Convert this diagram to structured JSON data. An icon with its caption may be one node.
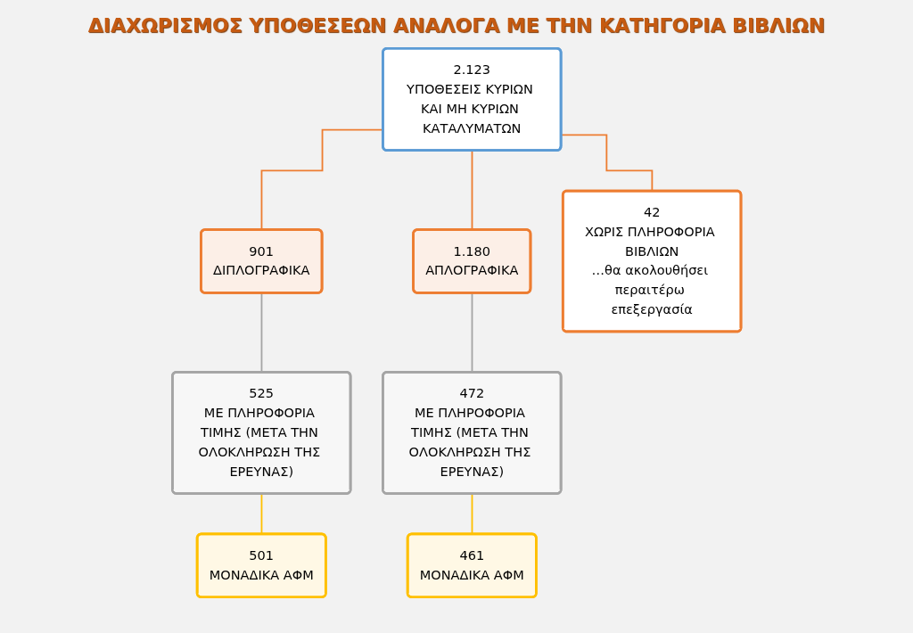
{
  "diagram": {
    "title": "ΔΙΑΧΩΡΙΣΜΟΣ ΥΠΟΘΕΣΕΩΝ ΑΝΑΛΟΓΑ ΜΕ ΤΗΝ ΚΑΤΗΓΟΡΙΑ ΒΙΒΛΙΩΝ",
    "nodes": [
      {
        "text": [
          "2.123",
          "ΥΠΟΘΕΣΕΙΣ ΚΥΡΙΩΝ ΚΑΙ ΜΗ ΚΥΡΙΩΝ ΚΑΤΑΛΥΜΑΤΩΝ"
        ]
      },
      {
        "text": [
          "901",
          "ΔΙΠΛΟΓΡΑΦΙΚΑ"
        ]
      },
      {
        "text": [
          "1.180",
          "ΑΠΛΟΓΡΑΦΙΚΑ"
        ]
      },
      {
        "text": [
          "42",
          "ΧΩΡΙΣ ΠΛΗΡΟΦΟΡΙΑ ΒΙΒΛΙΩΝ",
          "…θα ακολουθήσει περαιτέρω επεξεργασία"
        ]
      },
      {
        "text": [
          "525",
          "ΜΕ ΠΛΗΡΟΦΟΡΙΑ ΤΙΜΗΣ (ΜΕΤΑ ΤΗΝ ΟΛΟΚΛΗΡΩΣΗ ΤΗΣ ΕΡΕΥΝΑΣ)"
        ]
      },
      {
        "text": [
          "472",
          "ΜΕ ΠΛΗΡΟΦΟΡΙΑ ΤΙΜΗΣ (ΜΕΤΑ ΤΗΝ ΟΛΟΚΛΗΡΩΣΗ ΤΗΣ ΕΡΕΥΝΑΣ)"
        ]
      },
      {
        "text": [
          "501",
          "ΜΟΝΑΔΙΚΑ ΑΦΜ"
        ]
      },
      {
        "text": [
          "461",
          "ΜΟΝΑΔΙΚΑ ΑΦΜ"
        ]
      }
    ],
    "edges": [
      {
        "from": 0,
        "to": 1,
        "arrow": "none"
      },
      {
        "from": 0,
        "to": 2,
        "arrow": "none"
      },
      {
        "from": 0,
        "to": 3,
        "arrow": "none"
      },
      {
        "from": 1,
        "to": 4,
        "arrow": "none",
        "color": "#a5a5a5"
      },
      {
        "from": 2,
        "to": 5,
        "arrow": "none",
        "color": "#a5a5a5"
      },
      {
        "from": 4,
        "to": 6,
        "arrow": "none",
        "color": "#ffc000"
      },
      {
        "from": 5,
        "to": 7,
        "arrow": "none",
        "color": "#ffc000"
      }
    ]
  }
}
